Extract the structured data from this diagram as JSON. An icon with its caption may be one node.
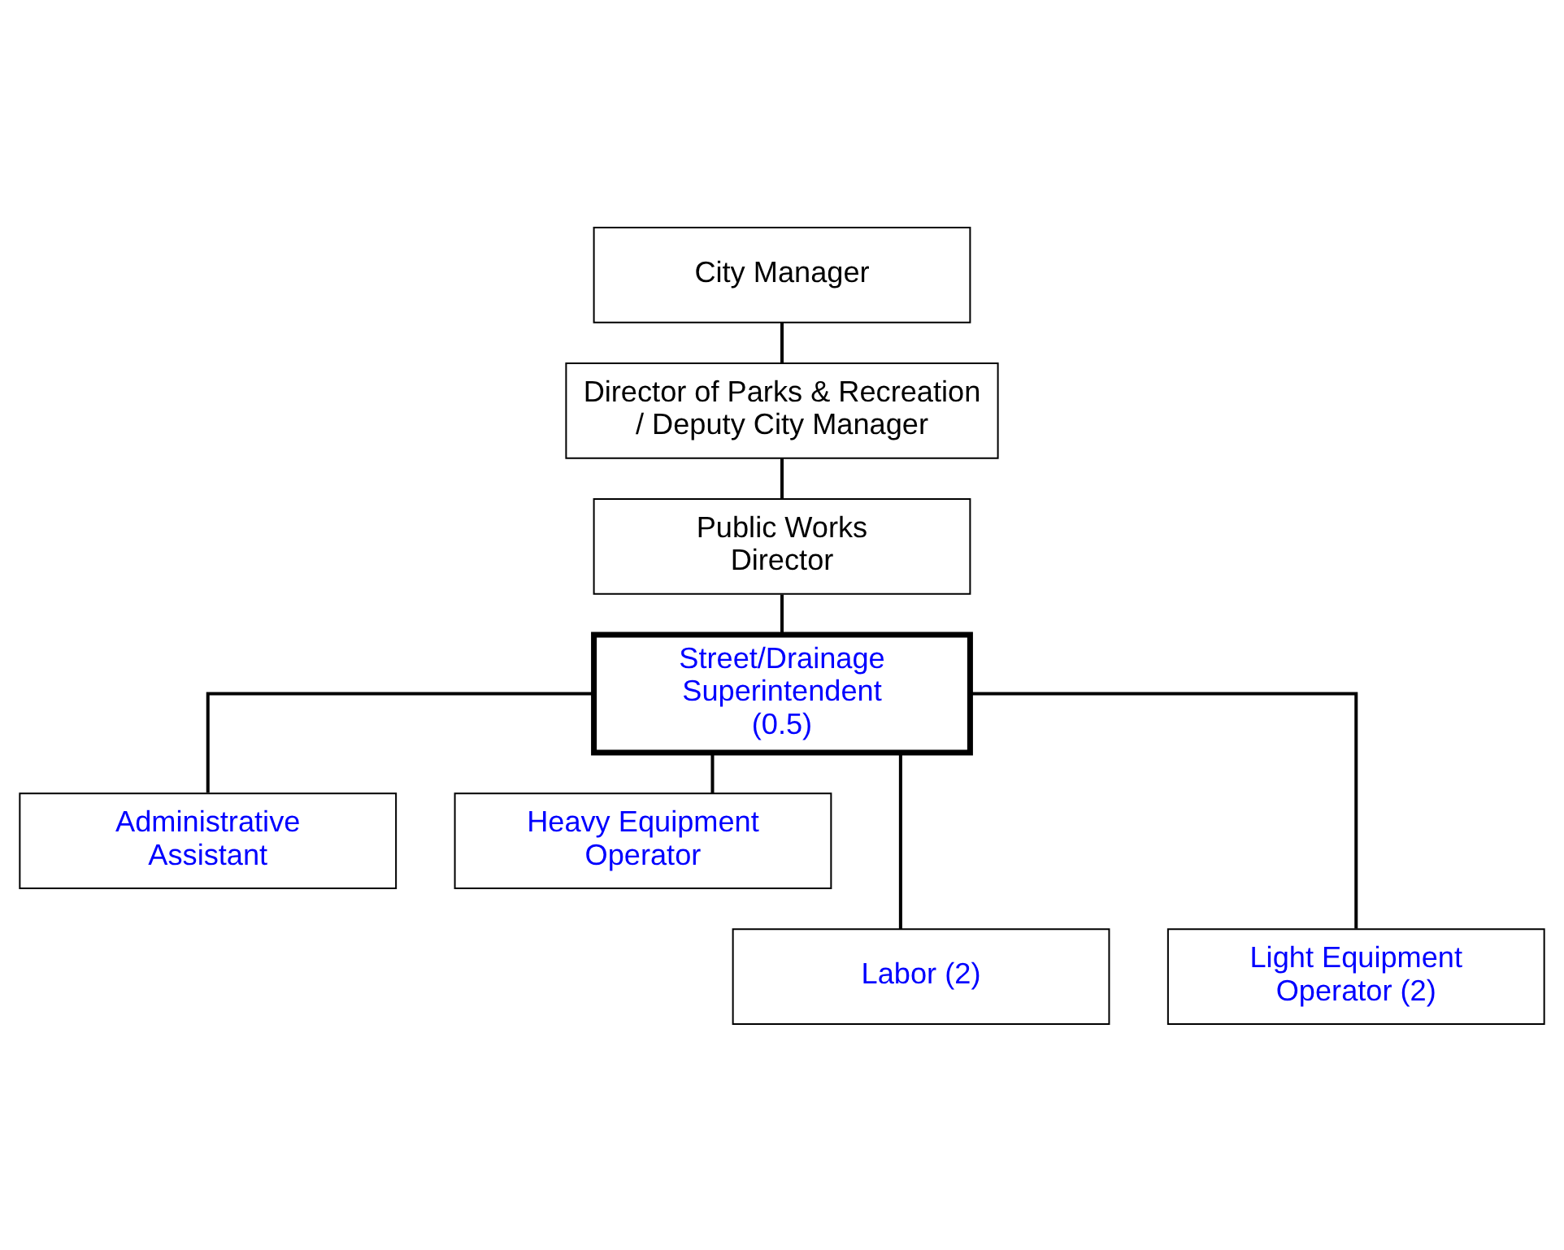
{
  "diagram": {
    "nodes": [
      {
        "text": [
          "City Manager"
        ]
      },
      {
        "text": [
          "Director of Parks & Recreation / Deputy City Manager"
        ]
      },
      {
        "text": [
          "Public Works Director"
        ]
      },
      {
        "text": [
          "Street/Drainage Superintendent (0.5)"
        ]
      },
      {
        "text": [
          "Administrative Assistant"
        ]
      },
      {
        "text": [
          "Heavy Equipment Operator"
        ]
      },
      {
        "text": [
          "Labor (2)"
        ]
      },
      {
        "text": [
          "Light Equipment Operator (2)"
        ]
      }
    ],
    "edges": [
      {
        "from": 0,
        "to": 1,
        "arrow": "none"
      },
      {
        "from": 1,
        "to": 2,
        "arrow": "none"
      },
      {
        "from": 2,
        "to": 3,
        "arrow": "none"
      },
      {
        "from": 3,
        "to": 4,
        "arrow": "none"
      },
      {
        "from": 3,
        "to": 5,
        "arrow": "none"
      },
      {
        "from": 3,
        "to": 6,
        "arrow": "none"
      },
      {
        "from": 3,
        "to": 7,
        "arrow": "none"
      }
    ]
  }
}
